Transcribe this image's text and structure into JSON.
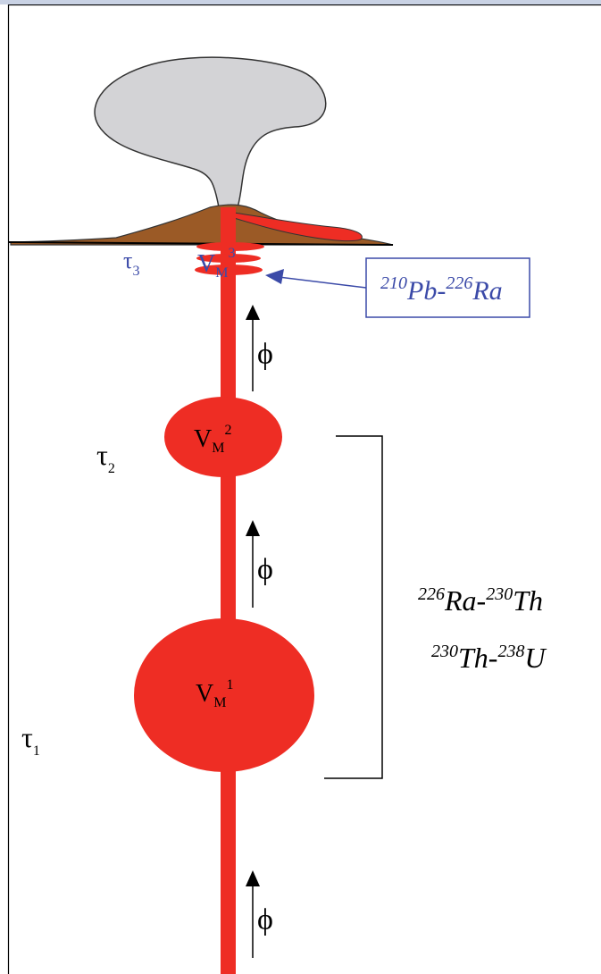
{
  "colors": {
    "magma": "#ee2d24",
    "plume": "#d3d3d6",
    "edifice": "#9b5a26",
    "blue_label": "#3b4aa8",
    "line": "#000000"
  },
  "labels": {
    "tau3": {
      "base": "τ",
      "sub": "3"
    },
    "tau2": {
      "base": "τ",
      "sub": "2"
    },
    "tau1": {
      "base": "τ",
      "sub": "1"
    },
    "vm3": {
      "base": "V",
      "sub": "M",
      "sup": "3"
    },
    "vm2": {
      "base": "V",
      "sub": "M",
      "sup": "2"
    },
    "vm1": {
      "base": "V",
      "sub": "M",
      "sup": "1"
    },
    "phi": "ϕ"
  },
  "shallow_box": {
    "pb_mass": "210",
    "pb": "Pb",
    "dash": "-",
    "ra_mass": "226",
    "ra": "Ra"
  },
  "deep_bracket": {
    "line1": {
      "m1": "226",
      "e1": "Ra",
      "m2": "230",
      "e2": "Th"
    },
    "line2": {
      "m1": "230",
      "e1": "Th",
      "m2": "238",
      "e2": "U"
    }
  }
}
